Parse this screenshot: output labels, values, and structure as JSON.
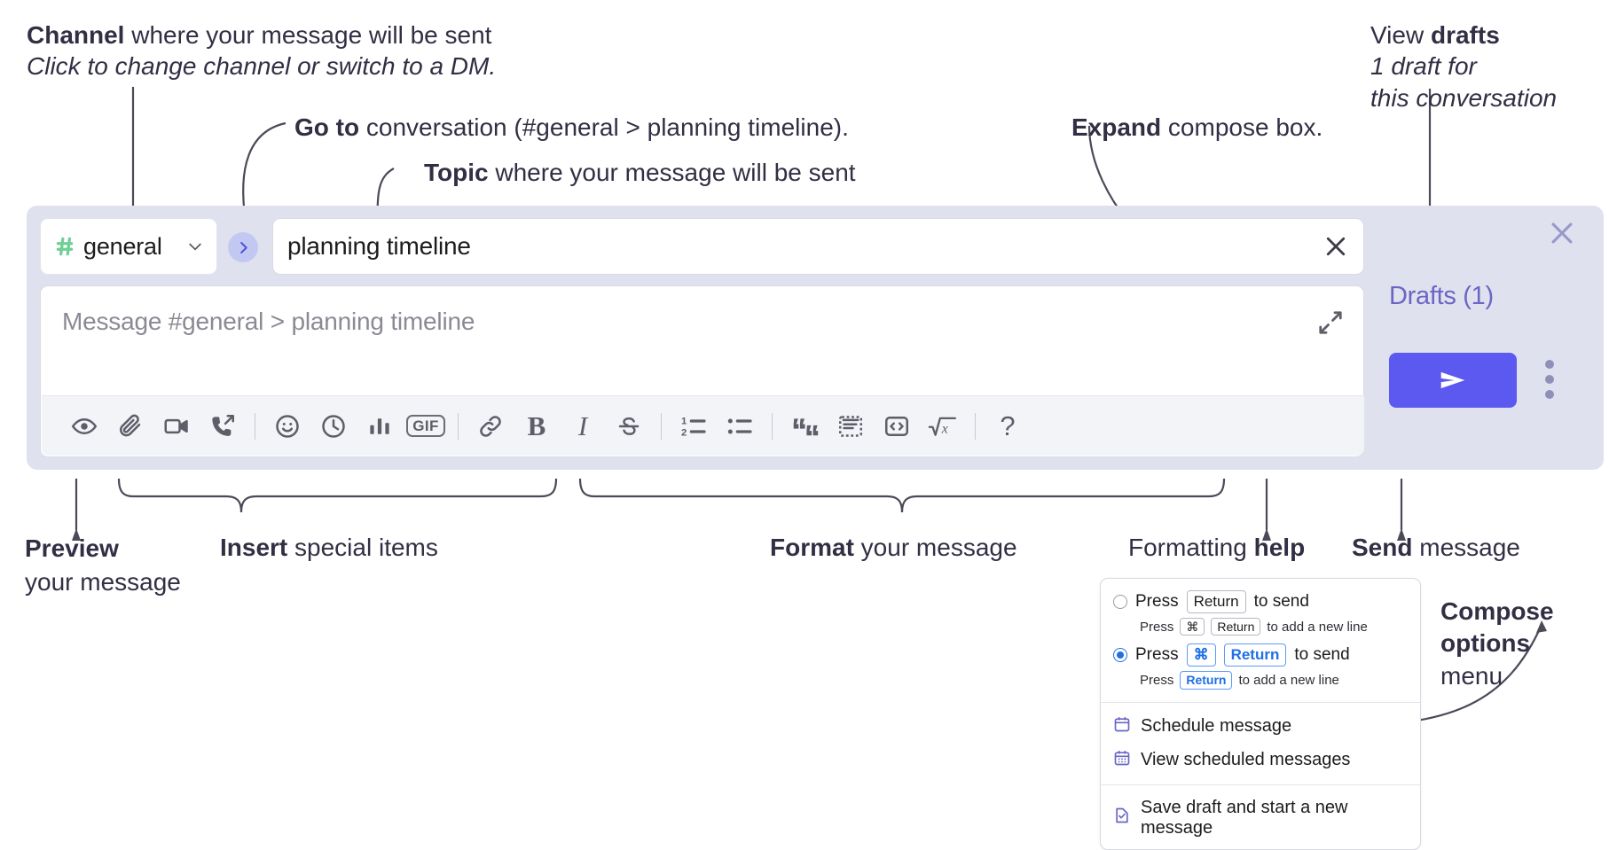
{
  "annotations": {
    "channel": {
      "bold": "Channel",
      "rest": " where your message will be sent",
      "italic": "Click to change channel or switch to a DM."
    },
    "goto": {
      "bold": "Go to",
      "rest": " conversation (#general > planning timeline)."
    },
    "topic": {
      "bold": "Topic",
      "rest": " where your message will be sent"
    },
    "expand": {
      "bold": "Expand",
      "rest": " compose box."
    },
    "drafts": {
      "bold_lead": "View ",
      "bold": "drafts",
      "italic1": "1 draft for",
      "italic2": "this conversation"
    },
    "preview": {
      "bold": "Preview",
      "rest": "your message"
    },
    "insert": {
      "bold": "Insert",
      "rest": " special items"
    },
    "format": {
      "bold": "Format",
      "rest": " your message"
    },
    "help": {
      "lead": "Formatting ",
      "bold": "help"
    },
    "send": {
      "bold": "Send",
      "rest": " message"
    },
    "compose_options": {
      "bold1": "Compose",
      "bold2": "options",
      "rest": "menu"
    }
  },
  "compose": {
    "channel_name": "general",
    "topic_value": "planning timeline",
    "message_placeholder": "Message #general > planning timeline",
    "drafts_label": "Drafts (1)",
    "gif_label": "GIF",
    "bold_label": "B",
    "italic_label": "I",
    "help_label": "?",
    "toolbar_icons": [
      "eye-icon",
      "paperclip-icon",
      "video-icon",
      "call-forward-icon",
      "emoji-icon",
      "clock-icon",
      "poll-icon",
      "gif-icon",
      "link-icon",
      "bold-icon",
      "italic-icon",
      "strikethrough-icon",
      "ordered-list-icon",
      "bulleted-list-icon",
      "blockquote-icon",
      "code-block-icon",
      "code-icon",
      "math-icon",
      "help-icon"
    ]
  },
  "menu": {
    "option1": {
      "lead": "Press",
      "key": "Return",
      "tail": "to send",
      "sub_lead": "Press",
      "sub_key1": "⌘",
      "sub_key2": "Return",
      "sub_tail": "to add a new line",
      "selected": false
    },
    "option2": {
      "lead": "Press",
      "key1": "⌘",
      "key2": "Return",
      "tail": "to send",
      "sub_lead": "Press",
      "sub_key": "Return",
      "sub_tail": "to add a new line",
      "selected": true
    },
    "items": [
      {
        "label": "Schedule message",
        "icon": "calendar-icon"
      },
      {
        "label": "View scheduled messages",
        "icon": "calendar-grid-icon"
      },
      {
        "label": "Save draft and start a new message",
        "icon": "document-check-icon"
      }
    ]
  },
  "colors": {
    "panel_bg": "#dfe1ef",
    "send_button": "#5b59ef",
    "drafts_text": "#6a66c4",
    "hash_green": "#6fcf97",
    "accent_blue": "#1f6fe5",
    "menu_icon_purple": "#6a66c4",
    "annotation_text": "#322f44"
  }
}
